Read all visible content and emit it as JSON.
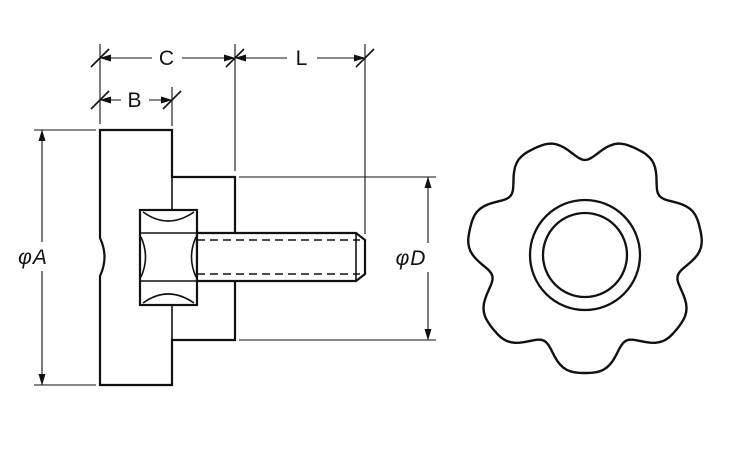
{
  "labels": {
    "dim_c": "C",
    "dim_l": "L",
    "dim_b": "B",
    "dim_phi_a": "φA",
    "dim_phi_d": "φD"
  },
  "front_view": {
    "lobes": 7
  },
  "colors": {
    "line": "#111111",
    "background": "#ffffff"
  }
}
